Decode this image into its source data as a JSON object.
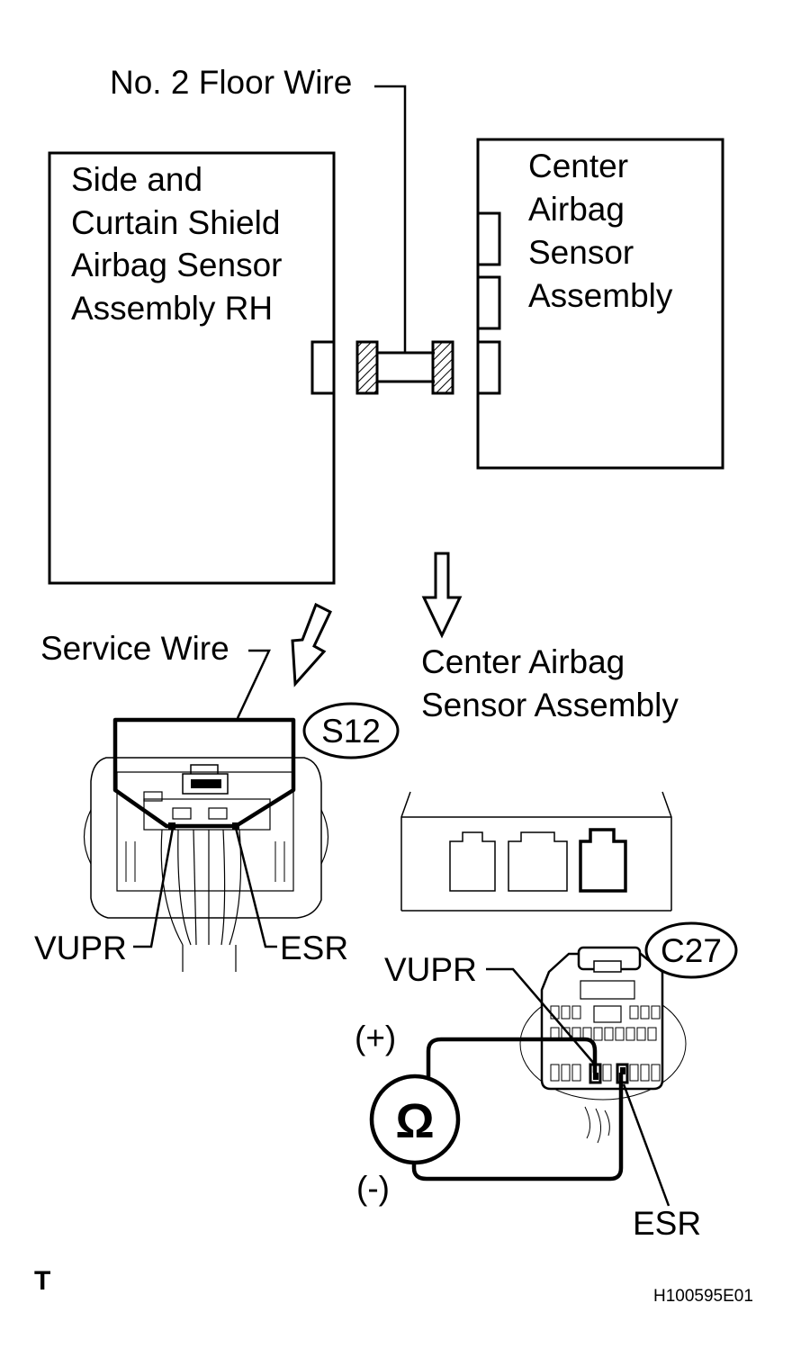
{
  "labels": {
    "floor_wire": "No. 2 Floor Wire",
    "side_sensor": [
      "Side and",
      "Curtain Shield",
      "Airbag Sensor",
      "Assembly RH"
    ],
    "center_sensor_box": [
      "Center",
      "Airbag",
      "Sensor",
      "Assembly"
    ],
    "service_wire": "Service Wire",
    "center_sensor_view": [
      "Center Airbag",
      "Sensor Assembly"
    ],
    "connector_s12": "S12",
    "connector_c27": "C27",
    "vupr_left": "VUPR",
    "esr_left": "ESR",
    "vupr_right": "VUPR",
    "esr_right": "ESR",
    "plus": "(+)",
    "minus": "(-)",
    "ohm_symbol": "Ω",
    "footer_left": "T",
    "footer_right": "H100595E01"
  },
  "icons": {
    "ohmmeter": "ohmmeter-icon",
    "arrow_down": "down-arrow-icon",
    "arrow_diagonal": "diagonal-arrow-icon"
  },
  "colors": {
    "line": "#000000",
    "background": "#ffffff"
  }
}
